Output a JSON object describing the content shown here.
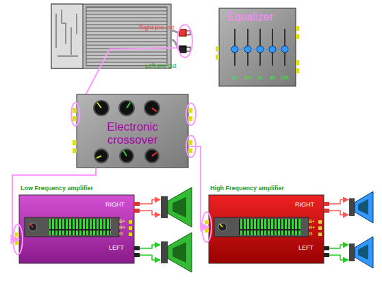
{
  "diagram": {
    "nodes": [
      {
        "text": [
          "Equalizer",
          "60",
          "250",
          "1K",
          "4K",
          "16K"
        ]
      },
      {
        "text": [
          "Electronic crossover"
        ]
      },
      {
        "text": [
          "Low Frequency amplifier",
          "RIGHT",
          "LEFT",
          "B+",
          "R+",
          "G"
        ]
      },
      {
        "text": [
          "High Frequency amplifier",
          "RIGHT",
          "LEFT",
          "B+",
          "R+",
          "G"
        ]
      }
    ],
    "edges": [
      {
        "from": 1,
        "to": 2,
        "arrow": "to"
      },
      {
        "from": 1,
        "to": 3,
        "arrow": "to"
      }
    ],
    "labels": [
      "Right pre out",
      "Left pre out"
    ]
  }
}
